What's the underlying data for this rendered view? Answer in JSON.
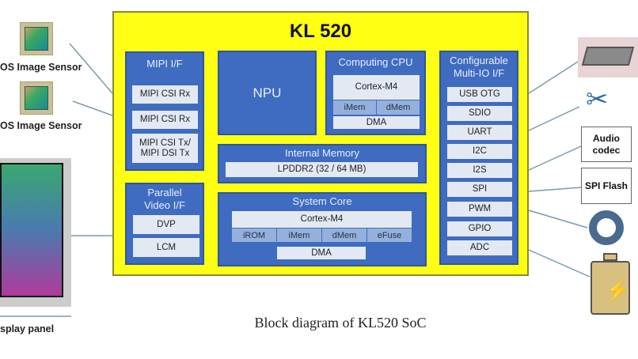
{
  "title": "KL 520",
  "caption": "Block diagram of KL520 SoC",
  "mipi": {
    "title": "MIPI I/F",
    "items": [
      "MIPI CSI Rx",
      "MIPI CSI Rx",
      "MIPI CSI Tx/ MIPI DSI Tx"
    ]
  },
  "parallel": {
    "title": "Parallel Video I/F",
    "items": [
      "DVP",
      "LCM"
    ]
  },
  "npu": "NPU",
  "cpu": {
    "title": "Computing CPU",
    "core": "Cortex-M4",
    "mems": [
      "iMem",
      "dMem"
    ],
    "dma": "DMA"
  },
  "internal_memory": {
    "title": "Internal Memory",
    "item": "LPDDR2 (32 / 64 MB)"
  },
  "system_core": {
    "title": "System Core",
    "core": "Cortex-M4",
    "mems": [
      "iROM",
      "iMem",
      "dMem",
      "eFuse"
    ],
    "dma": "DMA"
  },
  "multi_io": {
    "title": "Configurable Multi-IO I/F",
    "items": [
      "USB OTG",
      "SDIO",
      "UART",
      "I2C",
      "I2S",
      "SPI",
      "PWM",
      "GPIO",
      "ADC"
    ]
  },
  "left": {
    "sensor1": "OS Image Sensor",
    "sensor2": "OS Image Sensor",
    "display": "splay panel"
  },
  "right": {
    "audio": "Audio codec",
    "spi_flash": "SPI Flash"
  },
  "colors": {
    "chip_bg": "#ffff14",
    "block": "#3f6cc0",
    "sub": "#e3e9f3",
    "mem": "#94b0dc"
  }
}
